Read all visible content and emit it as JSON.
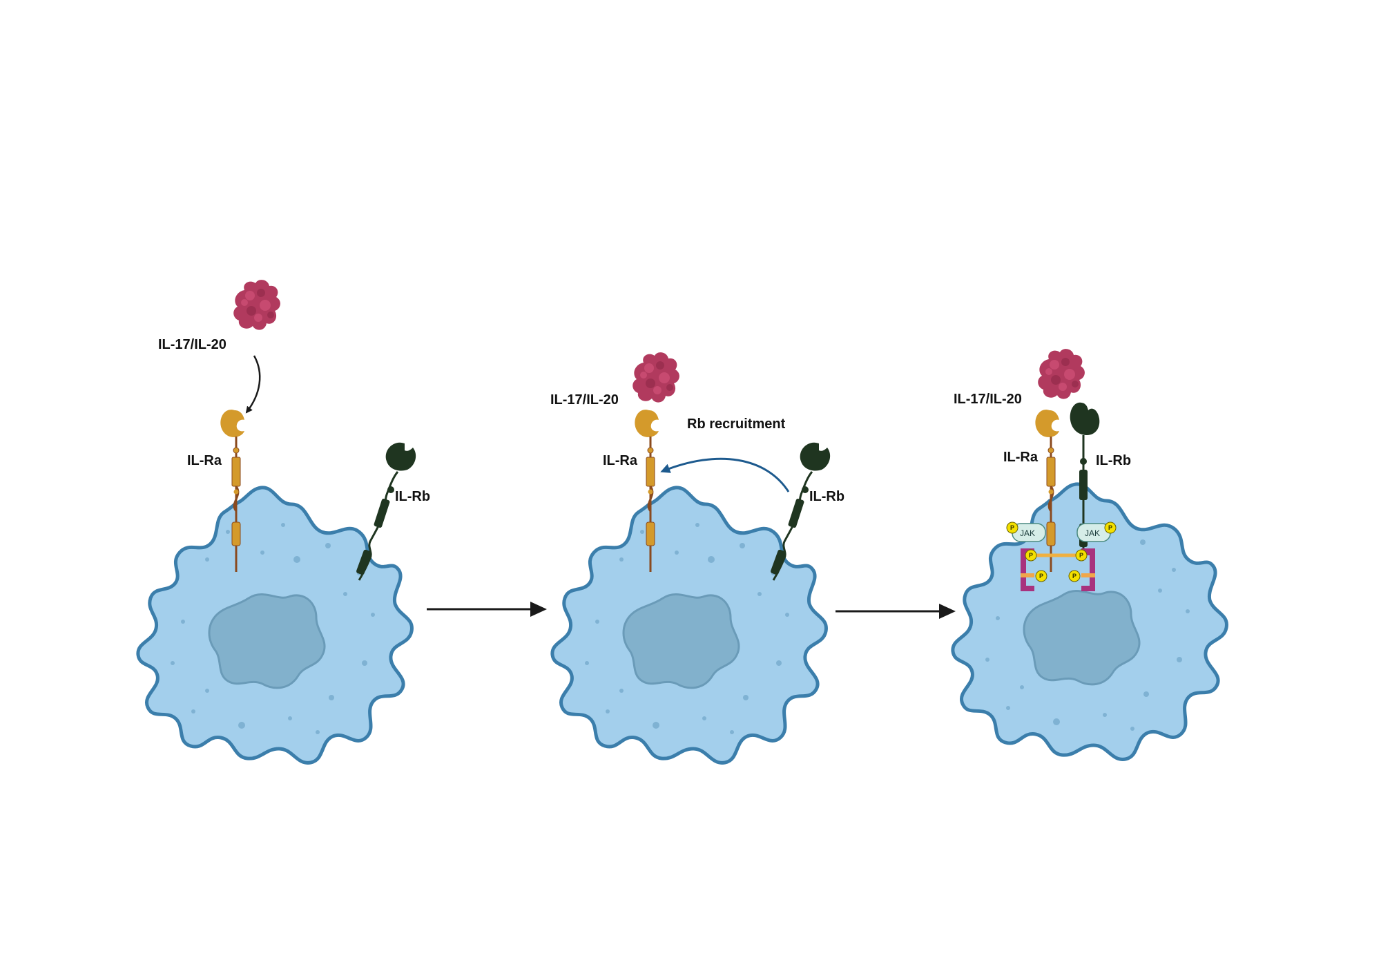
{
  "panels": [
    {
      "cytokine_label": "IL-17/IL-20",
      "receptor_a_label": "IL-Ra",
      "receptor_b_label": "IL-Rb"
    },
    {
      "cytokine_label": "IL-17/IL-20",
      "receptor_a_label": "IL-Ra",
      "receptor_b_label": "IL-Rb",
      "recruitment_label": "Rb recruitment"
    },
    {
      "cytokine_label": "IL-17/IL-20",
      "receptor_a_label": "IL-Ra",
      "receptor_b_label": "IL-Rb",
      "jak_label_left": "JAK",
      "jak_label_right": "JAK",
      "phospho_label": "P"
    }
  ],
  "colors": {
    "cell_fill": "#a3cfec",
    "cell_stroke": "#3b7eab",
    "nucleus_fill": "#82b1cc",
    "cytokine": "#b13a5e",
    "receptor_a": "#d49a2b",
    "receptor_a_stalk": "#8a4a1e",
    "receptor_b": "#1f3520",
    "jak_fill": "#d6ede8",
    "phospho": "#f4e000",
    "stat": "#a8327e",
    "recruit_arrow": "#1d5a8e",
    "arrow": "#1a1a1a"
  }
}
